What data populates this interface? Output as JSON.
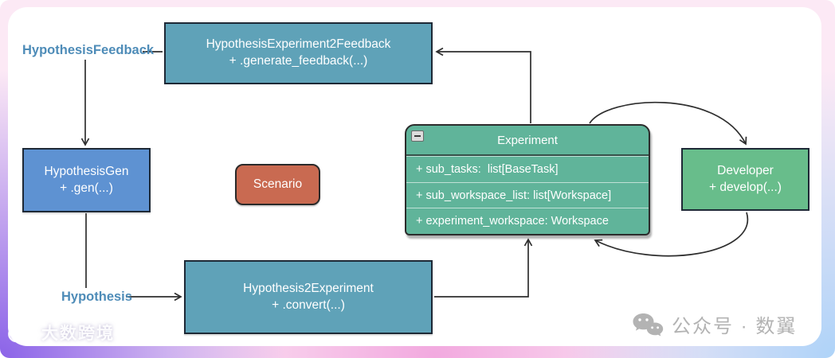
{
  "diagram": {
    "labels": {
      "hypothesis_feedback": "HypothesisFeedback",
      "hypothesis": "Hypothesis"
    },
    "boxes": {
      "hypothesis_experiment2feedback": {
        "title": "HypothesisExperiment2Feedback",
        "method": "+ .generate_feedback(...)"
      },
      "hypothesis_gen": {
        "title": "HypothesisGen",
        "method": "+ .gen(...)"
      },
      "scenario": {
        "title": "Scenario"
      },
      "hypothesis2experiment": {
        "title": "Hypothesis2Experiment",
        "method": "+ .convert(...)"
      },
      "experiment": {
        "title": "Experiment",
        "fields": [
          "+ sub_tasks:  list[BaseTask]",
          "+ sub_workspace_list: list[Workspace]",
          "+ experiment_workspace: Workspace"
        ]
      },
      "developer": {
        "title": "Developer",
        "method": "+ develop(...)"
      }
    },
    "colors": {
      "teal_box": "#5fa2b8",
      "blue_box": "#5e92d2",
      "orange_box": "#c96a51",
      "green_class_box": "#60b49a",
      "light_green_box": "#68bd8b",
      "edge_label_text": "#4e8cb8",
      "connector": "#2e2e2e",
      "frame_pink": "#fce9f5",
      "frame_purple": "#8b63e8",
      "frame_blue": "#aed3f8"
    }
  },
  "watermarks": {
    "bottom_left": {
      "icon": "dashukuajing-logo",
      "text": "大数跨境"
    },
    "bottom_right": {
      "icon": "wechat-icon",
      "text": "公众号 · 数翼"
    }
  }
}
